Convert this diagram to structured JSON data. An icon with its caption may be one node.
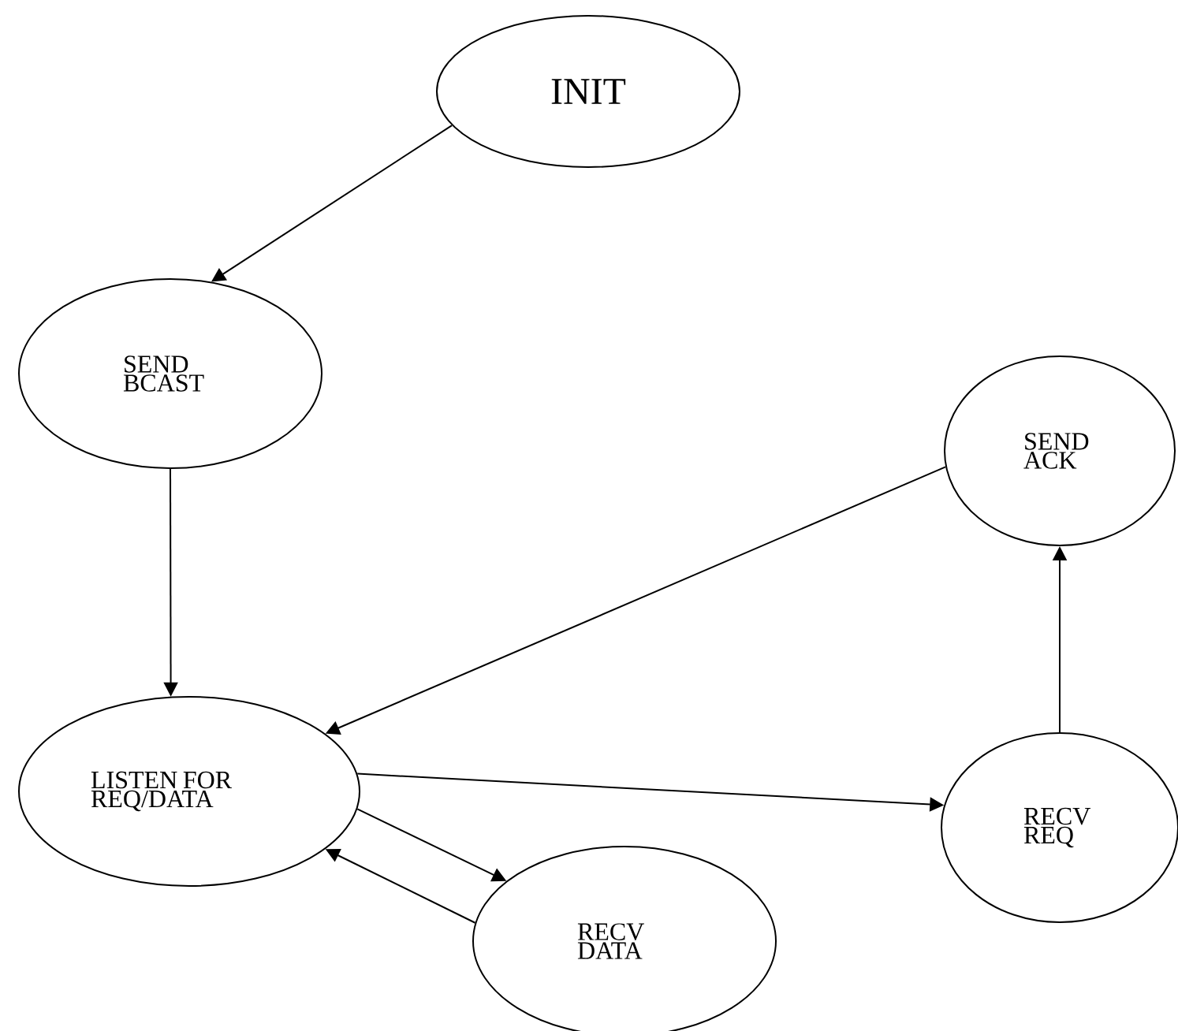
{
  "diagram": {
    "nodes": [
      {
        "text": [
          "INIT"
        ]
      },
      {
        "text": [
          "SEND BCAST"
        ]
      },
      {
        "text": [
          "SEND ACK"
        ]
      },
      {
        "text": [
          "LISTEN FOR REQ/DATA"
        ]
      },
      {
        "text": [
          "RECV REQ"
        ]
      },
      {
        "text": [
          "RECV DATA"
        ]
      }
    ],
    "edges": [
      {
        "from": 0,
        "to": 1,
        "arrow": "to"
      },
      {
        "from": 1,
        "to": 3,
        "arrow": "to"
      },
      {
        "from": 2,
        "to": 3,
        "arrow": "to"
      },
      {
        "from": 3,
        "to": 4,
        "arrow": "to"
      },
      {
        "from": 4,
        "to": 2,
        "arrow": "to"
      },
      {
        "from": 3,
        "to": 5,
        "arrow": "to"
      },
      {
        "from": 5,
        "to": 3,
        "arrow": "to"
      }
    ]
  }
}
